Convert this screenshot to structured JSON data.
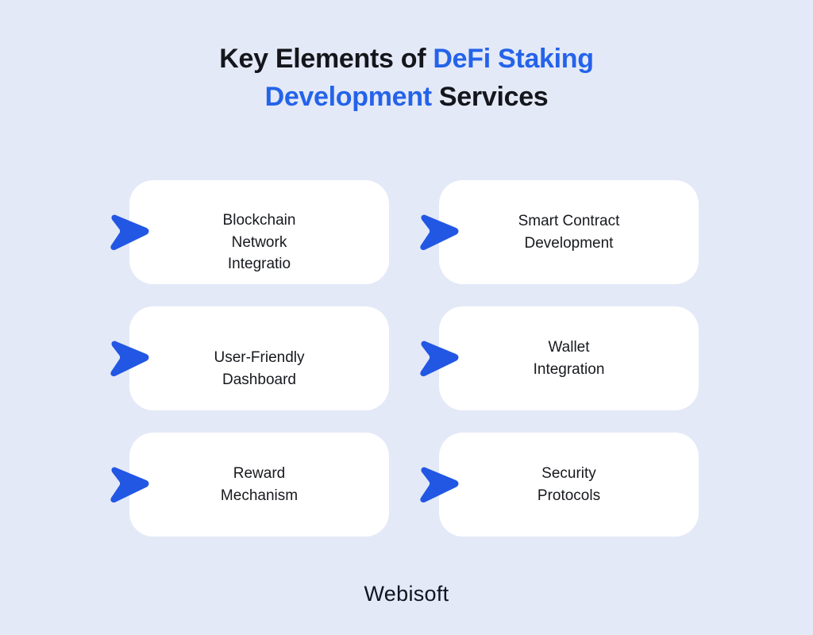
{
  "colors": {
    "background": "#E4E9F7",
    "card_bg": "#FFFFFF",
    "accent_blue": "#2257E4",
    "title_blue": "#2463EA",
    "text_dark": "#14161B"
  },
  "title": {
    "line1_dark": "Key Elements of ",
    "line1_blue": "DeFi Staking",
    "line2_blue": "Development",
    "line2_dark": " Services"
  },
  "cards": [
    {
      "label": "Blockchain\nNetwork\nIntegratio",
      "icon": "arrow-right-icon"
    },
    {
      "label": "Smart Contract\nDevelopment",
      "icon": "arrow-right-icon"
    },
    {
      "label": "User-Friendly\nDashboard",
      "icon": "arrow-right-icon"
    },
    {
      "label": "Wallet\nIntegration",
      "icon": "arrow-right-icon"
    },
    {
      "label": "Reward\nMechanism",
      "icon": "arrow-right-icon"
    },
    {
      "label": "Security\nProtocols",
      "icon": "arrow-right-icon"
    }
  ],
  "footer": {
    "brand": "Webisoft"
  }
}
